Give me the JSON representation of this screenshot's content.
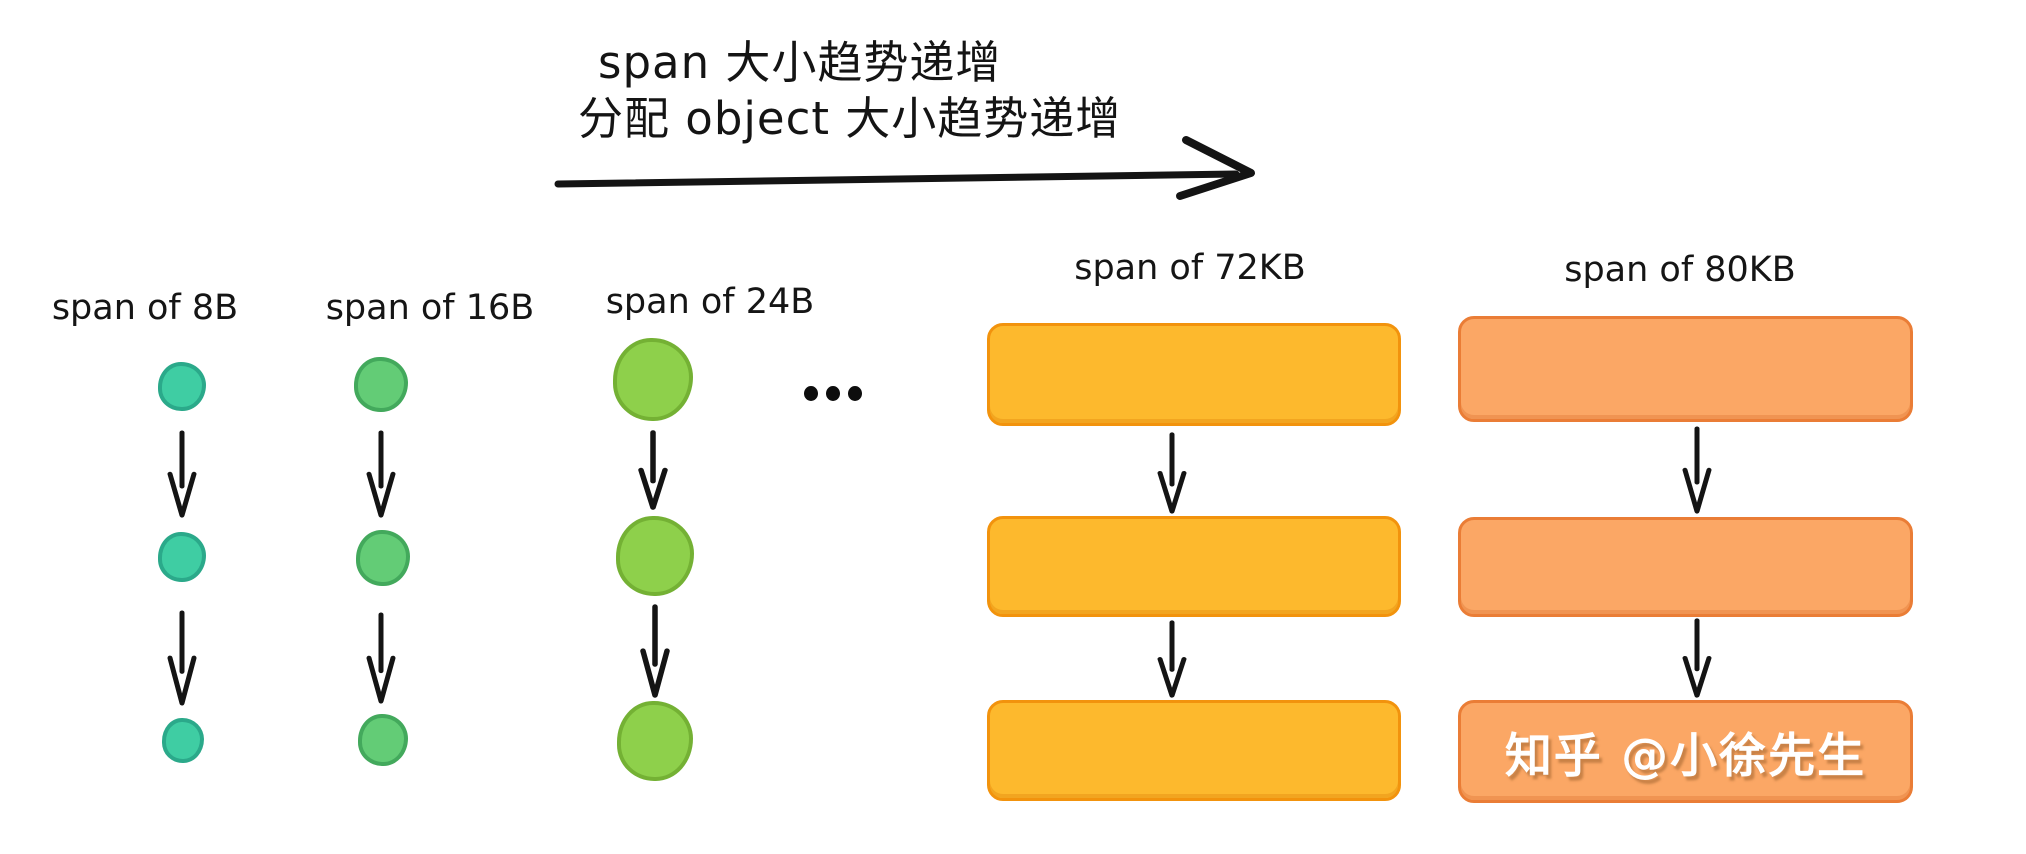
{
  "header": {
    "line1": "span 大小趋势递增",
    "line2": "分配 object 大小趋势递增",
    "trend_arrow": "right-arrow"
  },
  "columns": [
    {
      "label": "span of 8B",
      "type": "circles",
      "item_count": 3,
      "fill": "#3fcda3",
      "stroke": "#2ba98a"
    },
    {
      "label": "span of 16B",
      "type": "circles",
      "item_count": 3,
      "fill": "#63cc76",
      "stroke": "#43a95c"
    },
    {
      "label": "span of 24B",
      "type": "circles",
      "item_count": 3,
      "fill": "#8ed04b",
      "stroke": "#74b134"
    },
    {
      "label": "span of 72KB",
      "type": "blocks",
      "item_count": 3,
      "fill": "#fdb92d",
      "stroke": "#f2930d"
    },
    {
      "label": "span of 80KB",
      "type": "blocks",
      "item_count": 3,
      "fill": "#fba765",
      "stroke": "#ea7d36"
    }
  ],
  "ellipsis": "...",
  "watermark": "知乎 @小徐先生"
}
